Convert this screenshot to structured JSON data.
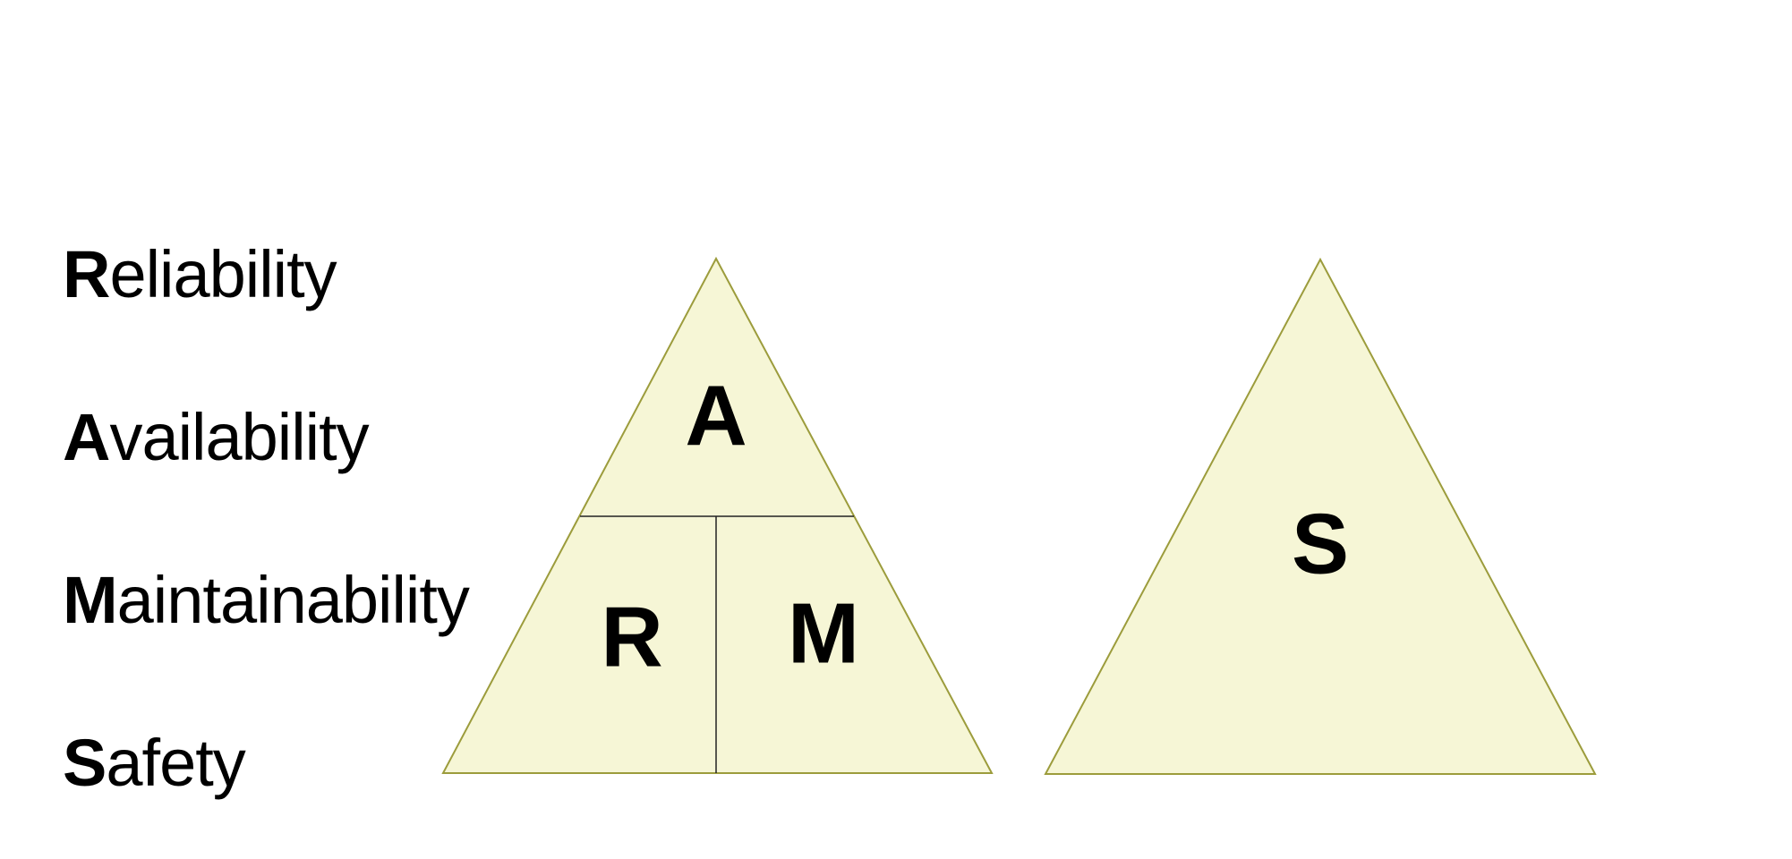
{
  "terms": [
    {
      "initial": "R",
      "rest": "eliability"
    },
    {
      "initial": "A",
      "rest": "vailability"
    },
    {
      "initial": "M",
      "rest": "aintainability"
    },
    {
      "initial": "S",
      "rest": "afety"
    }
  ],
  "ram_triangle": {
    "top_label": "A",
    "bottom_left_label": "R",
    "bottom_right_label": "M"
  },
  "safety_triangle": {
    "label": "S"
  },
  "colors": {
    "triangle_fill": "#f6f6d6",
    "triangle_stroke": "#9c9c3c",
    "divider": "#222222",
    "text": "#000000"
  }
}
